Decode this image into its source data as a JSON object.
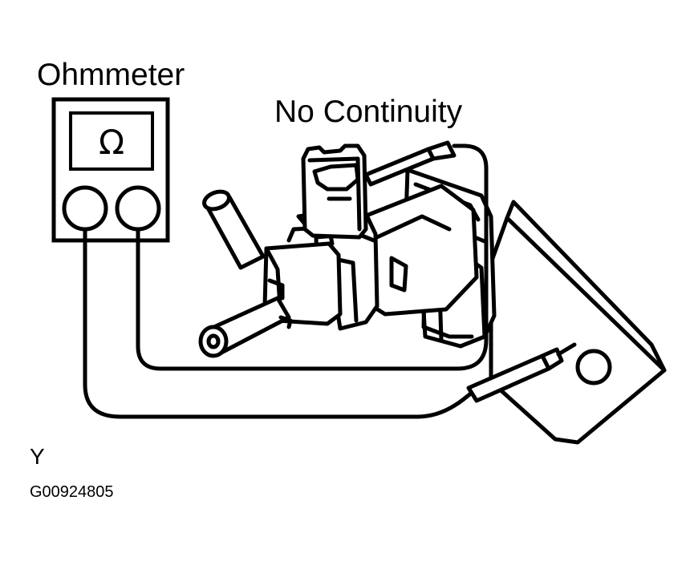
{
  "labels": {
    "meter_title": "Ohmmeter",
    "status": "No Continuity",
    "view_letter": "Y",
    "figure_code": "G00924805"
  },
  "meter": {
    "display_symbol": "Ω"
  },
  "colors": {
    "ink": "#000000",
    "paper": "#ffffff"
  }
}
